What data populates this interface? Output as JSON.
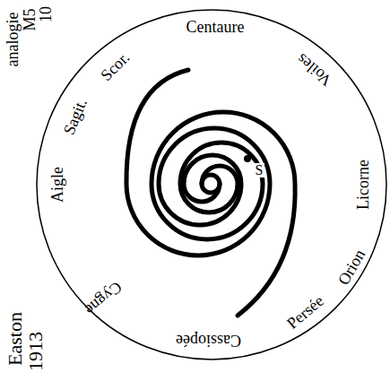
{
  "diagram": {
    "labels": [
      "analogie",
      "M5",
      "10",
      "Centaure",
      "Voiles",
      "Licorne",
      "Orion",
      "Persée",
      "Cassiopée",
      "Cygne",
      "Aigle",
      "Sagit.",
      "Scor.",
      "S",
      "Easton",
      "1913"
    ]
  }
}
